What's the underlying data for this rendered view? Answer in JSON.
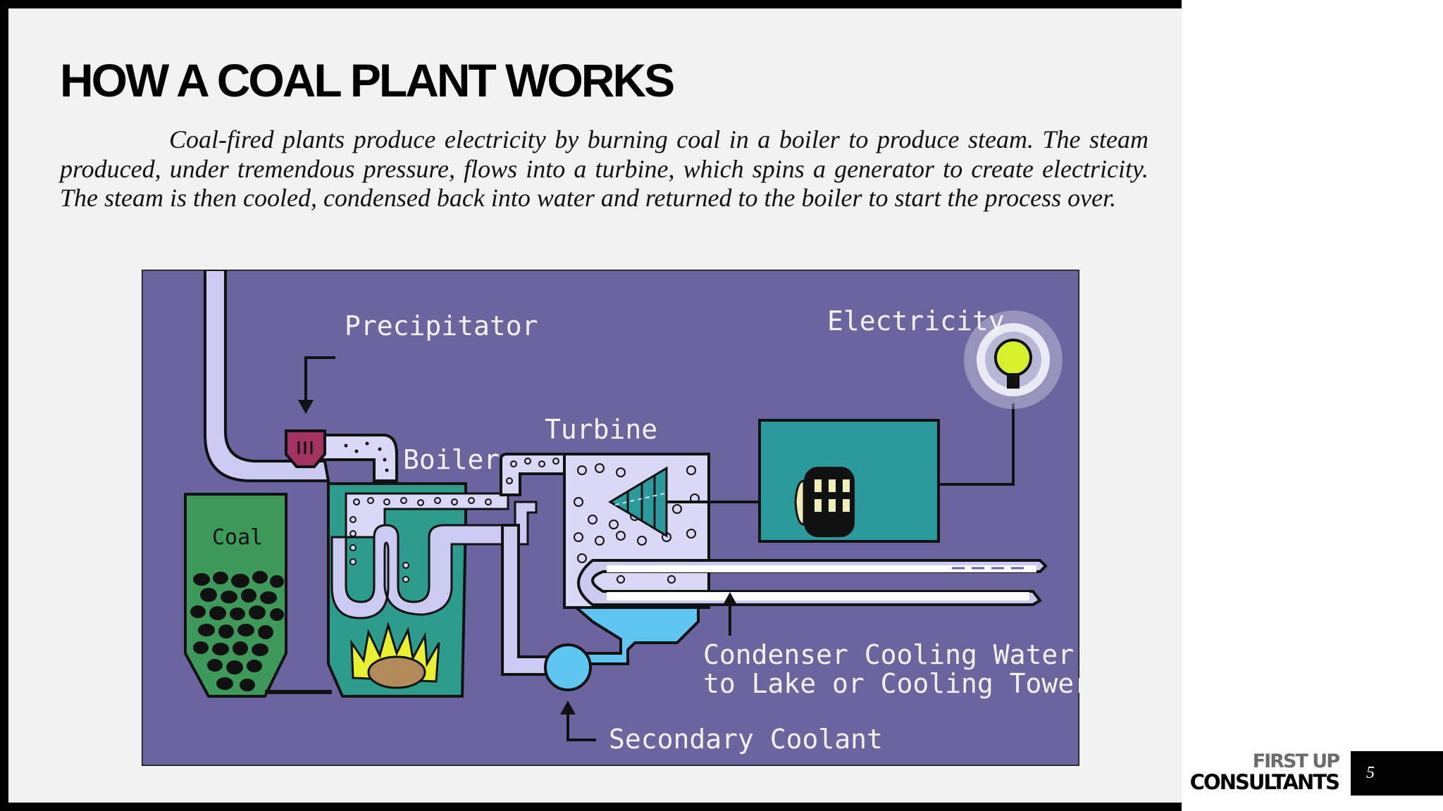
{
  "slide": {
    "title": "HOW A COAL PLANT WORKS",
    "body": "Coal-fired plants produce electricity by burning coal in a boiler to produce steam. The steam produced, under tremendous pressure, flows into a turbine, which spins a generator to create electricity. The steam is then cooled, condensed back into water and returned to the boiler to start the process over.",
    "page_number": "5"
  },
  "diagram": {
    "labels": {
      "precipitator": "Precipitator",
      "electricity": "Electricity",
      "turbine": "Turbine",
      "boiler": "Boiler",
      "coal": "Coal",
      "condenser_line1": "Condenser Cooling Water,",
      "condenser_line2": "to Lake or Cooling Towers",
      "secondary_coolant": "Secondary Coolant"
    },
    "colors": {
      "background": "#6a659e",
      "pipe": "#cbcbf2",
      "boiler": "#2e9c8c",
      "coal_hopper": "#3e9a5a",
      "generator": "#2b9a9a",
      "precipitator": "#a23360",
      "water": "#5ec6f0",
      "bulb": "#d8f02c",
      "flame": "#e8f030"
    }
  },
  "brand": {
    "line1": "FIRST UP",
    "line2": "CONSULTANTS"
  }
}
